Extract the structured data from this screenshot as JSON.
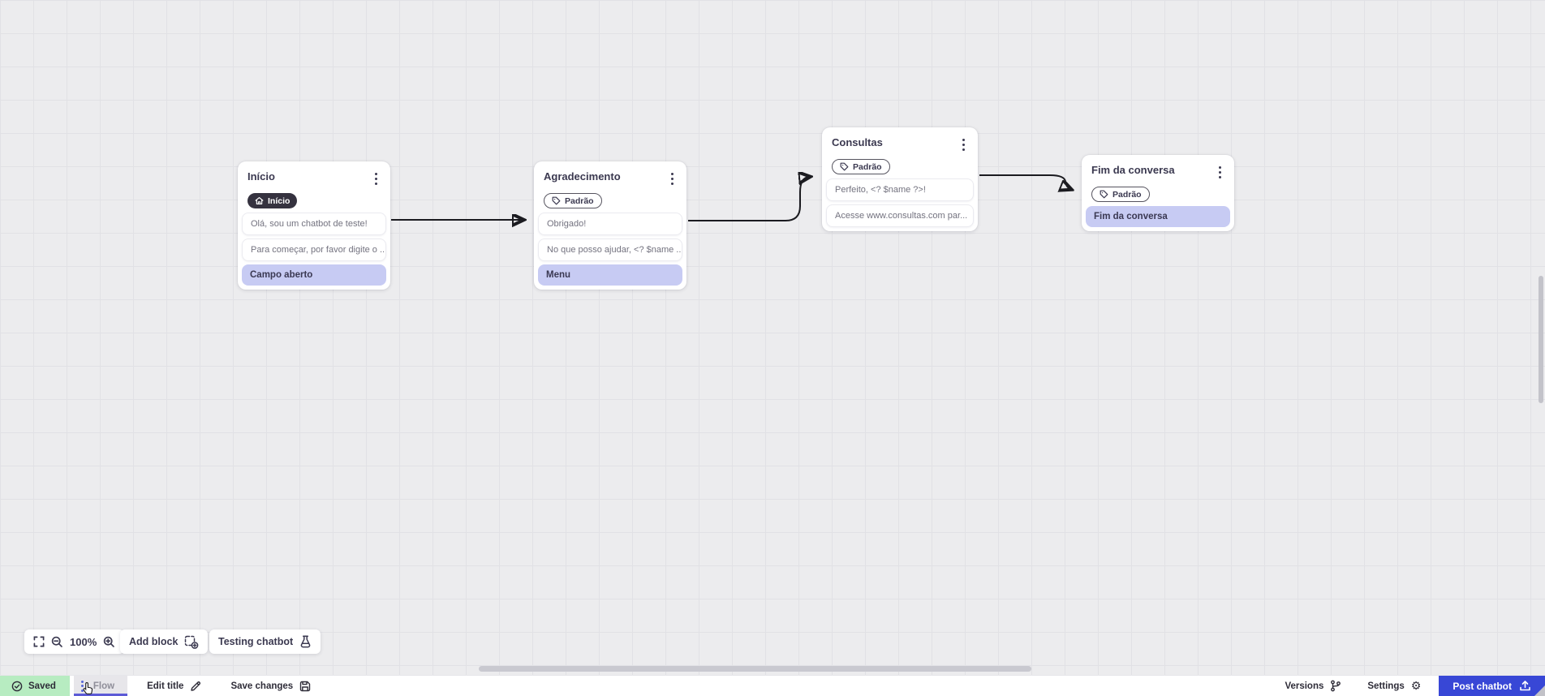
{
  "nodes": [
    {
      "title": "Início",
      "badge": {
        "label": "Início",
        "style": "dark",
        "icon": "home-icon"
      },
      "items": [
        {
          "type": "message",
          "text": "Olá, sou um chatbot de teste!"
        },
        {
          "type": "message",
          "text": "Para começar, por favor digite o ..."
        },
        {
          "type": "action",
          "text": "Campo aberto"
        }
      ]
    },
    {
      "title": "Agradecimento",
      "badge": {
        "label": "Padrão",
        "style": "outline",
        "icon": "tag-icon"
      },
      "items": [
        {
          "type": "message",
          "text": "Obrigado!"
        },
        {
          "type": "message",
          "text": "No que posso ajudar, <? $name ..."
        },
        {
          "type": "action",
          "text": "Menu"
        }
      ]
    },
    {
      "title": "Consultas",
      "badge": {
        "label": "Padrão",
        "style": "outline",
        "icon": "tag-icon"
      },
      "items": [
        {
          "type": "message",
          "text": "Perfeito, <? $name ?>!"
        },
        {
          "type": "message",
          "text": "Acesse www.consultas.com par..."
        }
      ]
    },
    {
      "title": "Fim da conversa",
      "badge": {
        "label": "Padrão",
        "style": "outline",
        "icon": "tag-icon"
      },
      "items": [
        {
          "type": "action",
          "text": "Fim da conversa"
        }
      ]
    }
  ],
  "toolbar": {
    "zoom_level": "100%",
    "add_block_label": "Add block",
    "testing_chatbot_label": "Testing chatbot"
  },
  "statusbar": {
    "saved_label": "Saved",
    "flow_tab_label": "Flow",
    "edit_title_label": "Edit title",
    "save_changes_label": "Save changes",
    "versions_label": "Versions",
    "settings_label": "Settings",
    "post_chatbot_label": "Post chatbot"
  },
  "colors": {
    "accent_blue": "#3847d6",
    "saved_green": "#b7ecc1",
    "action_lavender": "#c7cbf3",
    "badge_dark": "#35323f",
    "flow_underline": "#5c5ad6"
  }
}
